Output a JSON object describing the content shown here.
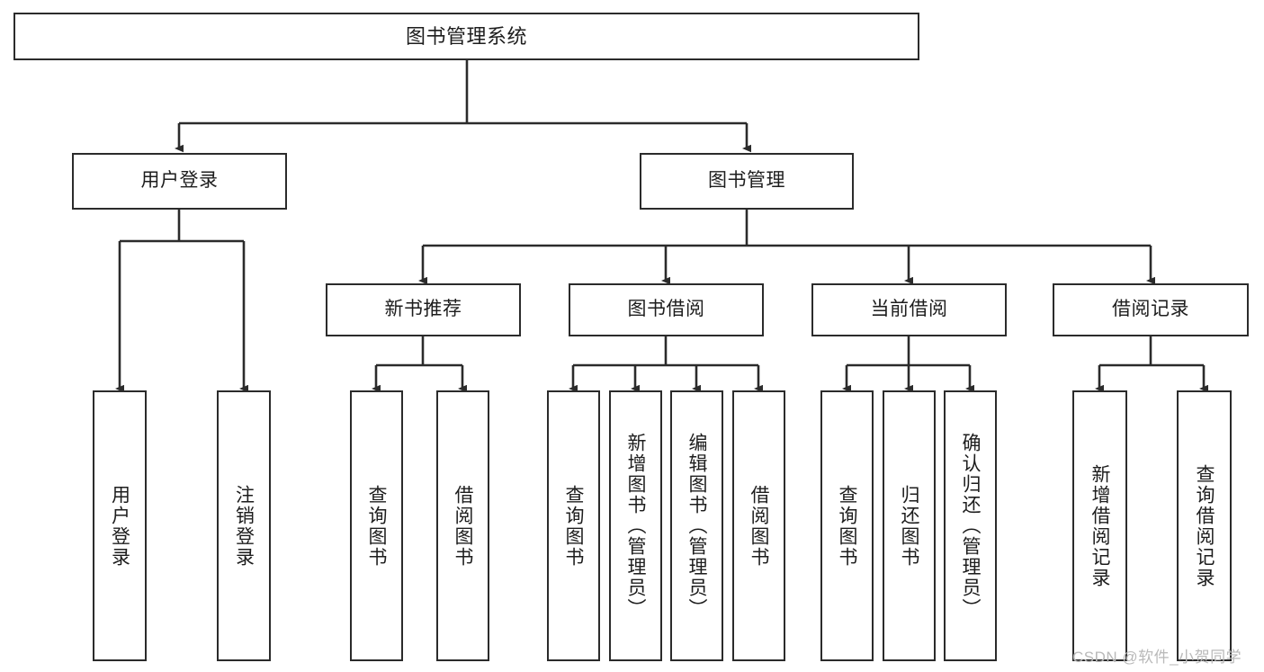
{
  "diagram": {
    "title": "图书管理系统",
    "type": "hierarchy-tree",
    "stroke_color": "#2b2b2b",
    "fill_color": "#ffffff",
    "text_color": "#1d1d1d",
    "nodes": {
      "root": {
        "label": "图书管理系统"
      },
      "l2": [
        {
          "label": "用户登录"
        },
        {
          "label": "图书管理"
        }
      ],
      "l3": [
        {
          "label": "新书推荐"
        },
        {
          "label": "图书借阅"
        },
        {
          "label": "当前借阅"
        },
        {
          "label": "借阅记录"
        }
      ],
      "leaves": [
        {
          "label": "用户登录"
        },
        {
          "label": "注销登录"
        },
        {
          "label": "查询图书"
        },
        {
          "label": "借阅图书"
        },
        {
          "label": "查询图书"
        },
        {
          "label": "新增图书（管理员）"
        },
        {
          "label": "编辑图书（管理员）"
        },
        {
          "label": "借阅图书"
        },
        {
          "label": "查询图书"
        },
        {
          "label": "归还图书"
        },
        {
          "label": "确认归还（管理员）"
        },
        {
          "label": "新增借阅记录"
        },
        {
          "label": "查询借阅记录"
        }
      ]
    }
  },
  "watermark": {
    "text": "CSDN @软件_小贺同学"
  }
}
